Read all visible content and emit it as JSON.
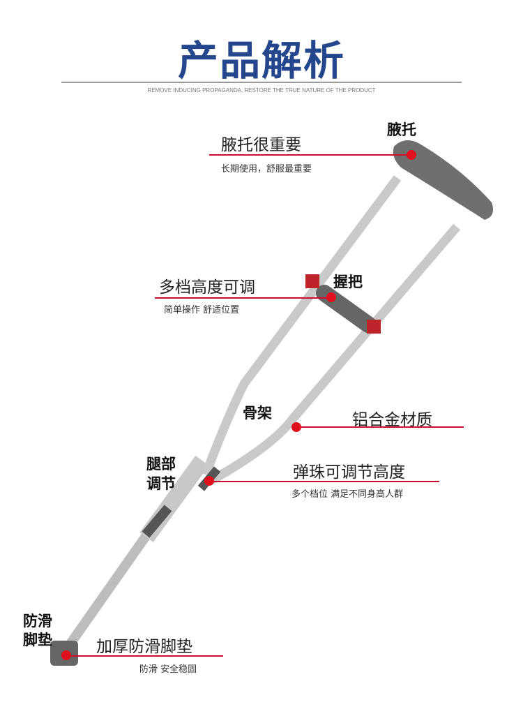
{
  "header": {
    "title": "产品解析",
    "subtitle": "REMOVE INDUCING PROPAGANDA, RESTORE THE TRUE NATURE OF THE PRODUCT"
  },
  "annotations": [
    {
      "part": "腋托",
      "headline": "腋托很重要",
      "detail": "长期使用，舒服最重要"
    },
    {
      "part": "握把",
      "headline": "多档高度可调",
      "detail": "简单操作 舒适位置"
    },
    {
      "part": "骨架",
      "headline": "铝合金材质"
    },
    {
      "part_line1": "腿部",
      "part_line2": "调节",
      "headline": "弹珠可调节高度",
      "detail": "多个档位 满足不同身高人群"
    },
    {
      "part_line1": "防滑",
      "part_line2": "脚垫",
      "headline": "加厚防滑脚垫",
      "detail": "防滑 安全稳固"
    }
  ],
  "colors": {
    "title": "#24468c",
    "accent": "#c8102e"
  }
}
